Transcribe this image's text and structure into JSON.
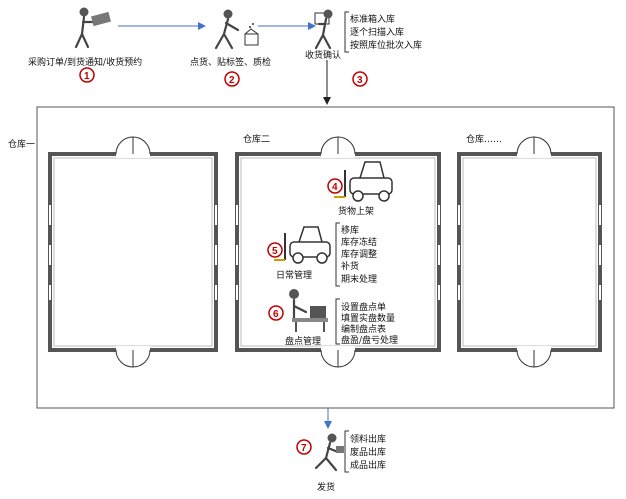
{
  "steps": [
    {
      "num": "1",
      "label": "采购订单/到货通知/收货预约"
    },
    {
      "num": "2",
      "label": "点货、贴标签、质检"
    },
    {
      "num": "3",
      "label": "收货确认"
    },
    {
      "num": "4",
      "label": "货物上架"
    },
    {
      "num": "5",
      "label": "日常管理"
    },
    {
      "num": "6",
      "label": "盘点管理"
    },
    {
      "num": "7",
      "label": "发货"
    }
  ],
  "inbound_options": [
    "标准箱入库",
    "逐个扫描入库",
    "按照库位批次入库"
  ],
  "daily_options": [
    "移库",
    "库存冻结",
    "库存调整",
    "补货",
    "期末处理"
  ],
  "stocktake_options": [
    "设置盘点单",
    "填置实盘数量",
    "编制盘点表",
    "盘盈/盘亏处理"
  ],
  "outbound_options": [
    "领料出库",
    "废品出库",
    "成品出库"
  ],
  "warehouses": [
    "仓库一",
    "仓库二",
    "仓库……"
  ],
  "colors": {
    "step_circle": "#c00000",
    "arrow": "#4472c4",
    "wall": "#555555"
  },
  "icons": [
    "person-with-box-icon",
    "person-scanning-icon",
    "person-carrying-box-icon",
    "forklift-icon",
    "worker-at-desk-icon",
    "person-running-icon"
  ]
}
